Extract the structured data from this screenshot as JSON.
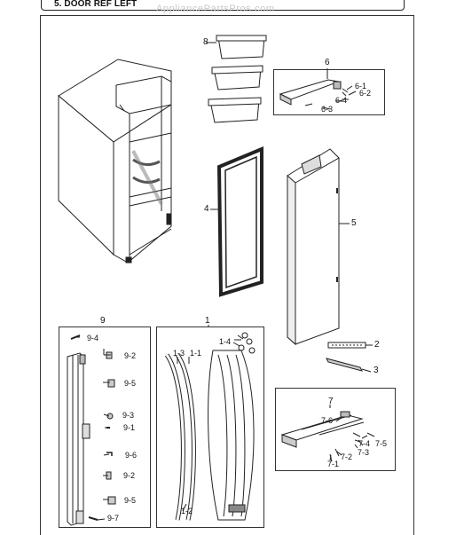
{
  "header": {
    "title": "5. DOOR REF LEFT",
    "watermark": "AppliancePartsPros.com"
  },
  "callouts": {
    "c8": "8",
    "c6": "6",
    "c6_1": "6-1",
    "c6_2": "6-2",
    "c6_3": "6-3",
    "c6_4": "6-4",
    "c4": "4",
    "c5": "5",
    "c2": "2",
    "c3": "3",
    "c9": "9",
    "c9_4": "9-4",
    "c9_2a": "9-2",
    "c9_5a": "9-5",
    "c9_3": "9-3",
    "c9_1": "9-1",
    "c9_6": "9-6",
    "c9_2b": "9-2",
    "c9_5b": "9-5",
    "c9_7": "9-7",
    "c1": "1",
    "c1_4": "1-4",
    "c1_3": "1-3",
    "c1_1": "1-1",
    "c1_2": "1-2",
    "c7": "7",
    "c7_6": "7-6",
    "c7_4": "7-4",
    "c7_5": "7-5",
    "c7_3": "7-3",
    "c7_2": "7-2",
    "c7_1": "7-1"
  }
}
